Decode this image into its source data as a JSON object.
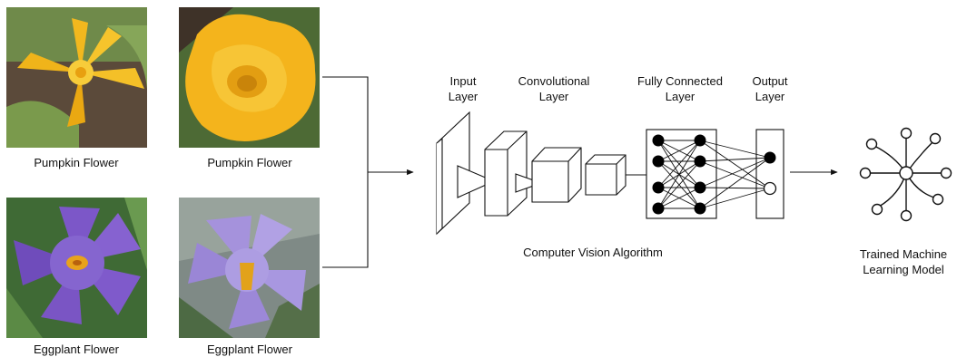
{
  "images": [
    {
      "caption": "Pumpkin Flower"
    },
    {
      "caption": "Pumpkin Flower"
    },
    {
      "caption": "Eggplant Flower"
    },
    {
      "caption": "Eggplant Flower"
    }
  ],
  "layers": {
    "input": [
      "Input",
      "Layer"
    ],
    "conv": [
      "Convolutional",
      "Layer"
    ],
    "fc": [
      "Fully Connected",
      "Layer"
    ],
    "output": [
      "Output",
      "Layer"
    ]
  },
  "algorithm_label": "Computer Vision Algorithm",
  "model_label": [
    "Trained Machine",
    "Learning Model"
  ]
}
